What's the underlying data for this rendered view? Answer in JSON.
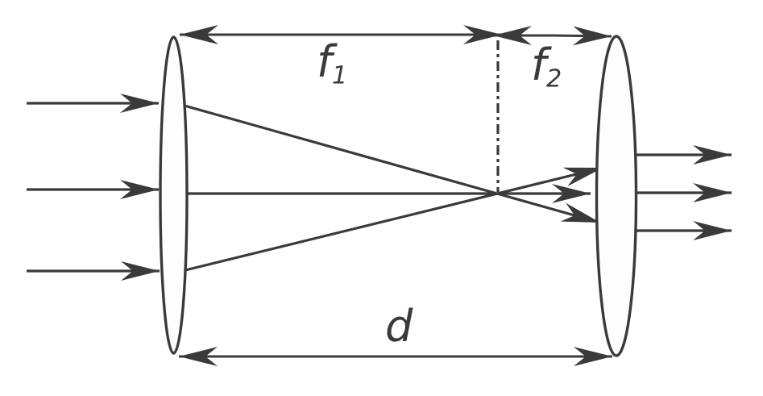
{
  "colors": {
    "stroke": "#3a3a3a",
    "background": "#ffffff",
    "lens_fill": "#fdfdfd"
  },
  "labels": {
    "f1": {
      "base": "f",
      "sub": "1"
    },
    "f2": {
      "base": "f",
      "sub": "2"
    },
    "d": {
      "base": "d"
    }
  }
}
